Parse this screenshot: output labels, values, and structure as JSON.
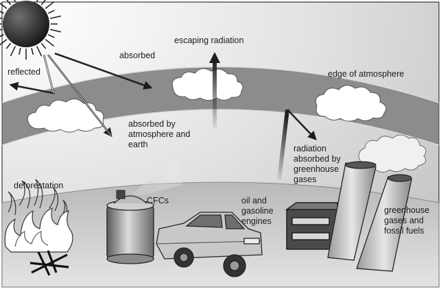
{
  "labels": {
    "reflected": "reflected",
    "absorbed": "absorbed",
    "escaping_radiation": "escaping radiation",
    "edge_of_atmosphere": "edge of atmosphere",
    "absorbed_by_atmosphere": "absorbed by\natmosphere and\nearth",
    "radiation_absorbed": "radiation\nabsorbed by\ngreenhouse\ngases",
    "deforestation": "deforestation",
    "cfcs": "CFCs",
    "oil_engines": "oil and\ngasoline\nengines",
    "greenhouse_gases": "greenhouse\ngases and\nfossil fuels"
  },
  "icons": [
    "sun-icon",
    "cloud-icon",
    "fire-icon",
    "spray-can-icon",
    "car-icon",
    "engine-icon",
    "smokestack-icon"
  ],
  "colors": {
    "sky_light": "#f4f4f4",
    "sky_dark": "#bdbdbd",
    "atmosphere_band": "#8f8f8f",
    "ground": "#d0d0d0",
    "arrow": "#222222"
  }
}
